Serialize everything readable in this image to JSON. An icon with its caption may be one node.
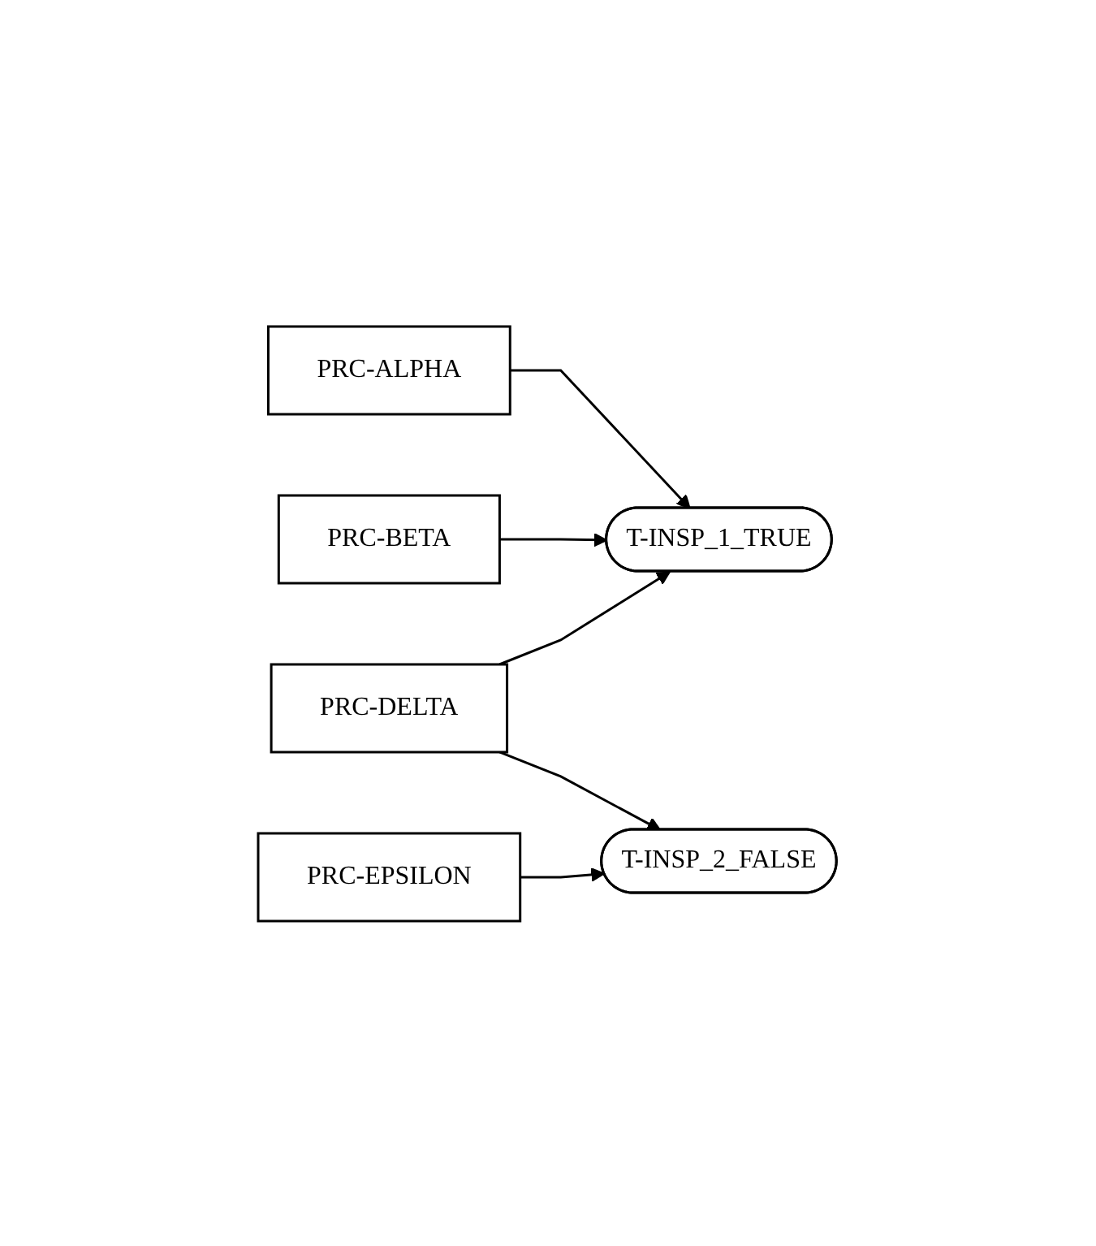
{
  "diagram": {
    "nodes": [
      {
        "text": [
          "PRC-ALPHA"
        ]
      },
      {
        "text": [
          "PRC-BETA"
        ]
      },
      {
        "text": [
          "T-INSP_1_TRUE"
        ]
      },
      {
        "text": [
          "PRC-DELTA"
        ]
      },
      {
        "text": [
          "T-INSP_2_FALSE"
        ]
      },
      {
        "text": [
          "PRC-EPSILON"
        ]
      }
    ],
    "edges": [
      {
        "from": 0,
        "to": 2,
        "arrow": "to"
      },
      {
        "from": 1,
        "to": 2,
        "arrow": "to"
      },
      {
        "from": 3,
        "to": 2,
        "arrow": "to"
      },
      {
        "from": 3,
        "to": 4,
        "arrow": "to"
      },
      {
        "from": 5,
        "to": 4,
        "arrow": "to"
      }
    ]
  }
}
